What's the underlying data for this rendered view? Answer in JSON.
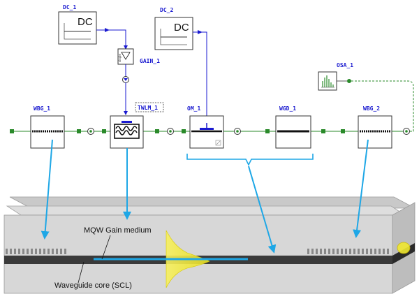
{
  "components": {
    "dc1": {
      "label": "DC_1",
      "text": "DC"
    },
    "dc2": {
      "label": "DC_2",
      "text": "DC"
    },
    "gain1": {
      "label": "GAIN_1",
      "icon_text": "single"
    },
    "osa1": {
      "label": "OSA_1"
    },
    "wbg1": {
      "label": "WBG_1"
    },
    "twlm1": {
      "label": "TWLM_1"
    },
    "om1": {
      "label": "OM_1"
    },
    "wgd1": {
      "label": "WGD_1"
    },
    "wbg2": {
      "label": "WBG_2"
    }
  },
  "annotations": {
    "mqw": "MQW Gain medium",
    "core": "Waveguide core (SCL)"
  },
  "colors": {
    "label_blue": "#1a1ad0",
    "connector_green": "#2a8a2a",
    "electrical_blue": "#1a1ad0",
    "arrow_cyan": "#1ea7e6",
    "gain_line": "#1ea7e6",
    "core_dark": "#3a3a3a",
    "mode_yellow": "#f0e830"
  }
}
